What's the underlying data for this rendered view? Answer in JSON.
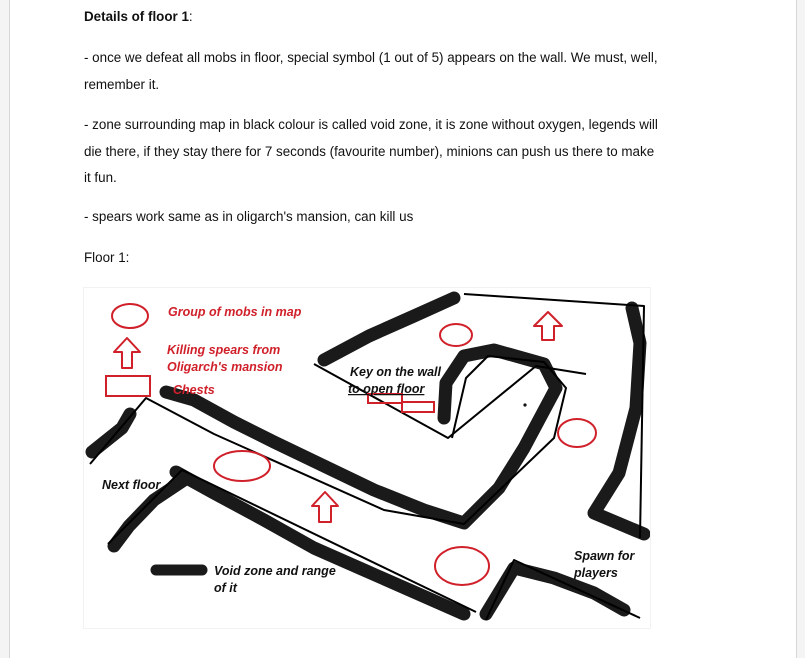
{
  "document": {
    "heading": "Details of floor 1",
    "heading_suffix": ":",
    "paragraphs": [
      "- once we defeat all mobs in floor, special symbol (1 out of 5) appears on the wall. We must, well, remember it.",
      "- zone surrounding map in black colour is called void zone, it is zone without oxygen, legends will die there, if they stay there for 7 seconds (favourite number), minions can push us there to make it fun.",
      "- spears work same as in oligarch's mansion, can kill us"
    ],
    "figure_caption": "Floor 1:"
  },
  "map": {
    "legend": {
      "mobs": "Group of mobs in map",
      "spears_line1": "Killing spears from",
      "spears_line2": "Oligarch's mansion",
      "chests": "Chests"
    },
    "labels": {
      "key_line1": "Key on the wall",
      "key_line2": "to open floor",
      "next_floor": "Next floor",
      "void_line1": "Void zone and range",
      "void_line2": "of it",
      "spawn_line1": "Spawn for",
      "spawn_line2": "players"
    },
    "colors": {
      "marker_red": "#d0202a",
      "void_black": "#1a1a1a",
      "wall_line": "#000000"
    }
  }
}
